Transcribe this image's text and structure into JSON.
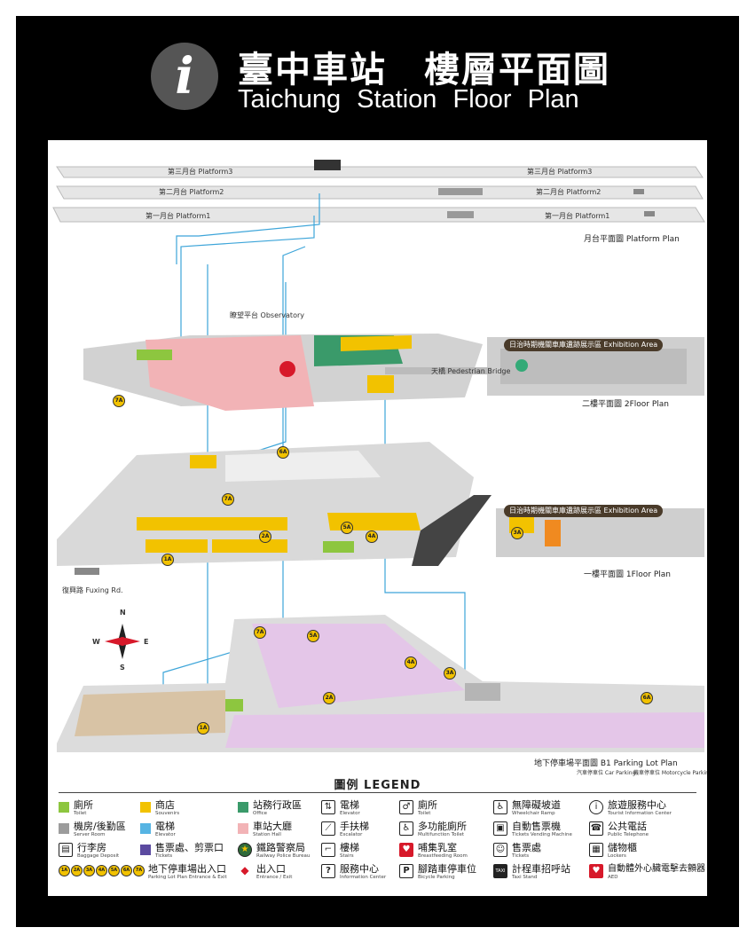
{
  "header": {
    "icon_letter": "i",
    "title_zh": "臺中車站　樓層平面圖",
    "title_en": "Taichung Station Floor Plan"
  },
  "map": {
    "platform_section": "月台平面圖 Platform Plan",
    "floor2_section": "二樓平面圖 2Floor Plan",
    "floor1_section": "一樓平面圖 1Floor Plan",
    "b1_section": "地下停車場平面圖 B1 Parking Lot Plan",
    "platforms": [
      {
        "left": "第三月台 Platform3",
        "right": "第三月台 Platform3"
      },
      {
        "left": "第二月台 Platform2",
        "right": "第二月台 Platform2"
      },
      {
        "left": "第一月台 Platform1",
        "right": "第一月台 Platform1"
      }
    ],
    "observatory": "瞭望平台 Observatory",
    "pedestrian_bridge": "天橋 Pedestrian Bridge",
    "exhibition_banner": "日治時期機關車庫遺跡展示區 Exhibition Area",
    "fuxing_rd": "復興路 Fuxing Rd.",
    "compass": {
      "n": "N",
      "s": "S",
      "e": "E",
      "w": "W"
    },
    "b1_car": "汽車停車位 Car Parking",
    "b1_moto": "機車停車位 Motorcycle Parking",
    "markers": [
      "1A",
      "2A",
      "3A",
      "4A",
      "5A",
      "6A",
      "7A"
    ]
  },
  "legend": {
    "title": "圖例 LEGEND",
    "items": [
      {
        "zh": "廁所",
        "en": "Toilet",
        "color": "#8dc63f"
      },
      {
        "zh": "商店",
        "en": "Souvenirs",
        "color": "#f2c200"
      },
      {
        "zh": "站務行政區",
        "en": "Office",
        "color": "#3a9a6a"
      },
      {
        "zh": "電梯",
        "en": "Elevator",
        "icon": "elevator-icon"
      },
      {
        "zh": "廁所",
        "en": "Toilet",
        "icon": "restroom-icon"
      },
      {
        "zh": "無障礙坡道",
        "en": "Wheelchair Ramp",
        "icon": "wheelchair-icon"
      },
      {
        "zh": "旅遊服務中心",
        "en": "Tourist Information Center",
        "icon": "info-icon"
      },
      {
        "zh": "機房/後勤區",
        "en": "Server Room",
        "color": "#9c9c9c"
      },
      {
        "zh": "電梯",
        "en": "Elevator",
        "color": "#56b4e3"
      },
      {
        "zh": "車站大廳",
        "en": "Station Hall",
        "color": "#f2b3b6"
      },
      {
        "zh": "手扶梯",
        "en": "Escalator",
        "icon": "escalator-icon"
      },
      {
        "zh": "多功能廁所",
        "en": "Multifunction Toilet",
        "icon": "accessible-toilet-icon"
      },
      {
        "zh": "自動售票機",
        "en": "Tickets Vending Machine",
        "icon": "ticket-machine-icon"
      },
      {
        "zh": "公共電話",
        "en": "Public Telephone",
        "icon": "telephone-icon"
      },
      {
        "zh": "行李房",
        "en": "Baggage Deposit",
        "icon": "baggage-icon"
      },
      {
        "zh": "售票處、剪票口",
        "en": "Tickets",
        "color": "#5b4aa0"
      },
      {
        "zh": "鐵路警察局",
        "en": "Railway Police Bureau",
        "icon": "police-badge-icon"
      },
      {
        "zh": "樓梯",
        "en": "Stairs",
        "icon": "stairs-icon"
      },
      {
        "zh": "哺集乳室",
        "en": "Breastfeeding Room",
        "icon": "breastfeeding-icon"
      },
      {
        "zh": "售票處",
        "en": "Tickets",
        "icon": "ticket-office-icon"
      },
      {
        "zh": "儲物櫃",
        "en": "Lockers",
        "icon": "locker-icon"
      },
      {
        "zh": "地下停車場出入口",
        "en": "Parking Lot Plan Entrance & Exit",
        "icon": "parking-entrance-chips"
      },
      {
        "zh": "出入口",
        "en": "Entrance / Exit",
        "icon": "entrance-exit-icon"
      },
      {
        "zh": "服務中心",
        "en": "Information Center",
        "icon": "question-icon"
      },
      {
        "zh": "腳踏車停車位",
        "en": "Bicycle Parking",
        "icon": "bicycle-parking-icon"
      },
      {
        "zh": "計程車招呼站",
        "en": "Taxi Stand",
        "icon": "taxi-icon"
      },
      {
        "zh": "自動體外心臟電擊去顫器",
        "en": "AED",
        "icon": "aed-icon"
      }
    ]
  },
  "colors": {
    "frame": "#000000",
    "toilet": "#8dc63f",
    "shop": "#f2c200",
    "office": "#3a9a6a",
    "server": "#9c9c9c",
    "elevator": "#56b4e3",
    "hall": "#f2b3b6",
    "tickets": "#5b4aa0",
    "car_parking": "#d6a8dc",
    "moto_parking": "#d8c3a5",
    "route_line": "#3da5d9"
  }
}
